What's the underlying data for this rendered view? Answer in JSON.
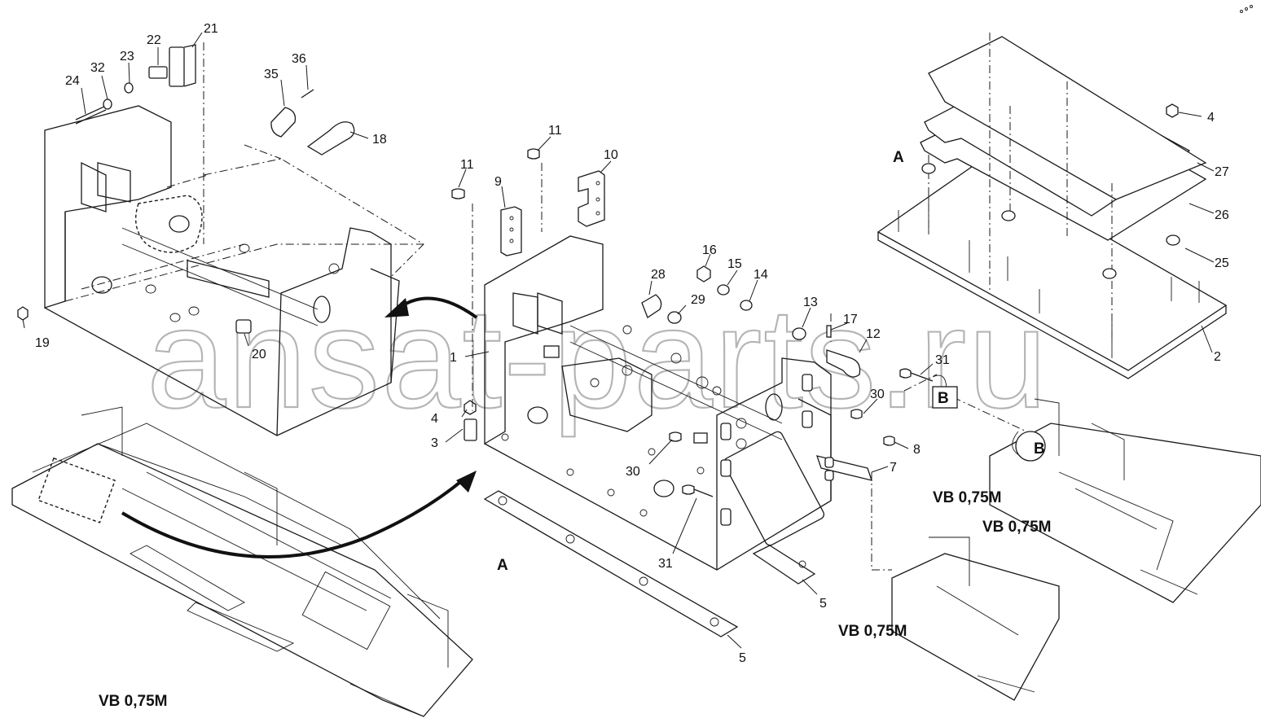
{
  "watermark": "ansat-parts.ru",
  "model_labels": [
    "VB 0,75M",
    "VB 0,75M",
    "VB 0,75M",
    "VB 0,75M"
  ],
  "section_markers": [
    "A",
    "A",
    "B",
    "B"
  ],
  "part_numbers": [
    "1",
    "2",
    "3",
    "4",
    "4",
    "5",
    "5",
    "7",
    "8",
    "9",
    "10",
    "11",
    "11",
    "12",
    "13",
    "14",
    "15",
    "16",
    "17",
    "18",
    "19",
    "20",
    "21",
    "22",
    "23",
    "24",
    "25",
    "26",
    "27",
    "28",
    "29",
    "30",
    "30",
    "31",
    "31",
    "32",
    "35",
    "36"
  ]
}
